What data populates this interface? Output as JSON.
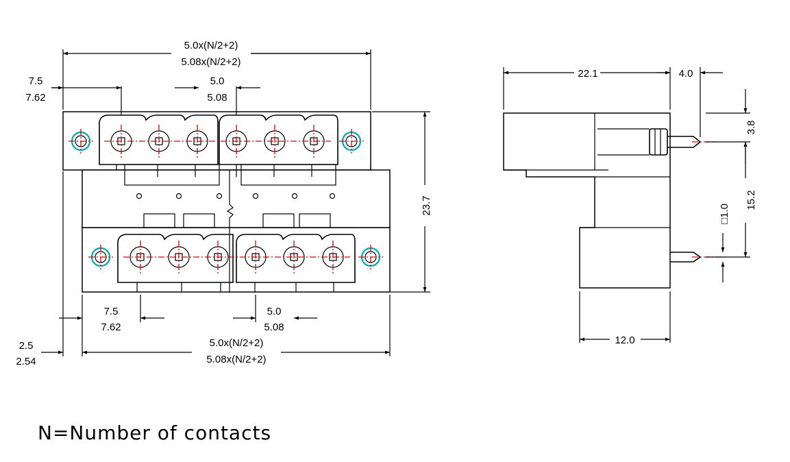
{
  "dimensions": {
    "top_width_mm": "5.0x(N/2+2)",
    "top_width_in": "5.08x(N/2+2)",
    "top_offset_mm": "7.5",
    "top_offset_in": "7.62",
    "top_pitch_mm": "5.0",
    "top_pitch_in": "5.08",
    "height": "23.7",
    "bottom_offset_mm": "7.5",
    "bottom_offset_in": "7.62",
    "bottom_pitch_mm": "5.0",
    "bottom_pitch_in": "5.08",
    "edge_mm": "2.5",
    "edge_in": "2.54",
    "bottom_width_mm": "5.0x(N/2+2)",
    "bottom_width_in": "5.08x(N/2+2)",
    "side_length": "22.1",
    "side_pin_length": "4.0",
    "side_pin_offset": "3.8",
    "side_row_spacing": "15.2",
    "side_pin_square": "□1.0",
    "side_width": "12.0"
  },
  "note": "N=Number of contacts",
  "colors": {
    "outline": "#000000",
    "centerline": "#e00000",
    "mounting_hole": "#00a8b0"
  }
}
